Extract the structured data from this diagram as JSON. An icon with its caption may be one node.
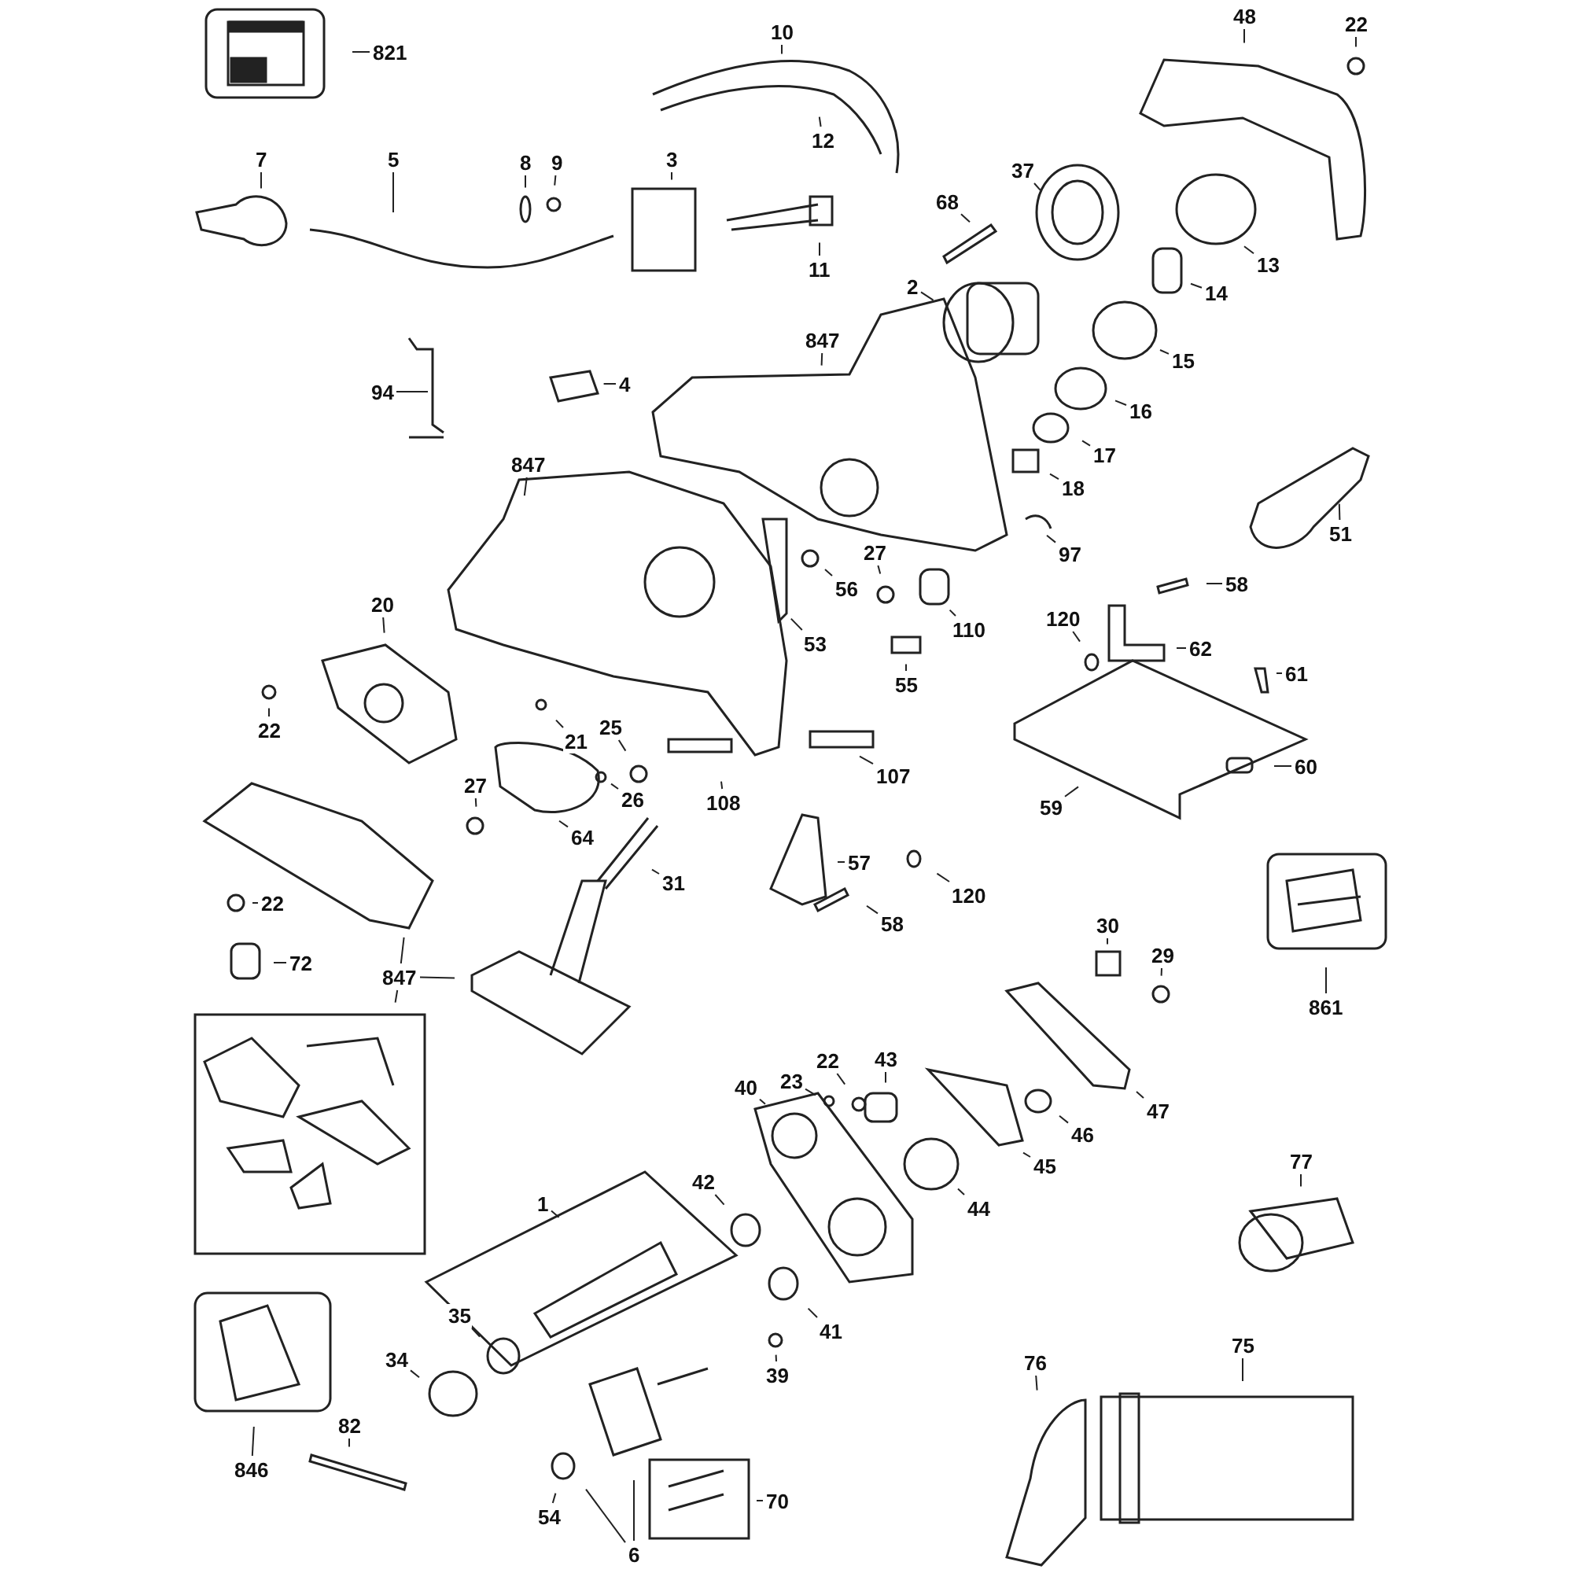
{
  "diagram": {
    "nodes": [
      {
        "text": [
          "821"
        ]
      },
      {
        "text": [
          "10"
        ]
      },
      {
        "text": [
          "48"
        ]
      },
      {
        "text": [
          "22"
        ]
      },
      {
        "text": [
          "7"
        ]
      },
      {
        "text": [
          "5"
        ]
      },
      {
        "text": [
          "8"
        ]
      },
      {
        "text": [
          "9"
        ]
      },
      {
        "text": [
          "3"
        ]
      },
      {
        "text": [
          "12"
        ]
      },
      {
        "text": [
          "37"
        ]
      },
      {
        "text": [
          "68"
        ]
      },
      {
        "text": [
          "13"
        ]
      },
      {
        "text": [
          "11"
        ]
      },
      {
        "text": [
          "14"
        ]
      },
      {
        "text": [
          "2"
        ]
      },
      {
        "text": [
          "847"
        ]
      },
      {
        "text": [
          "15"
        ]
      },
      {
        "text": [
          "94"
        ]
      },
      {
        "text": [
          "4"
        ]
      },
      {
        "text": [
          "16"
        ]
      },
      {
        "text": [
          "17"
        ]
      },
      {
        "text": [
          "18"
        ]
      },
      {
        "text": [
          "847"
        ]
      },
      {
        "text": [
          "51"
        ]
      },
      {
        "text": [
          "97"
        ]
      },
      {
        "text": [
          "27"
        ]
      },
      {
        "text": [
          "56"
        ]
      },
      {
        "text": [
          "20"
        ]
      },
      {
        "text": [
          "58"
        ]
      },
      {
        "text": [
          "110"
        ]
      },
      {
        "text": [
          "53"
        ]
      },
      {
        "text": [
          "120"
        ]
      },
      {
        "text": [
          "62"
        ]
      },
      {
        "text": [
          "55"
        ]
      },
      {
        "text": [
          "61"
        ]
      },
      {
        "text": [
          "22"
        ]
      },
      {
        "text": [
          "21"
        ]
      },
      {
        "text": [
          "25"
        ]
      },
      {
        "text": [
          "26"
        ]
      },
      {
        "text": [
          "107"
        ]
      },
      {
        "text": [
          "60"
        ]
      },
      {
        "text": [
          "108"
        ]
      },
      {
        "text": [
          "59"
        ]
      },
      {
        "text": [
          "27"
        ]
      },
      {
        "text": [
          "64"
        ]
      },
      {
        "text": [
          "57"
        ]
      },
      {
        "text": [
          "31"
        ]
      },
      {
        "text": [
          "120"
        ]
      },
      {
        "text": [
          "22"
        ]
      },
      {
        "text": [
          "58"
        ]
      },
      {
        "text": [
          "30"
        ]
      },
      {
        "text": [
          "29"
        ]
      },
      {
        "text": [
          "72"
        ]
      },
      {
        "text": [
          "847"
        ]
      },
      {
        "text": [
          "861"
        ]
      },
      {
        "text": [
          "22"
        ]
      },
      {
        "text": [
          "43"
        ]
      },
      {
        "text": [
          "40"
        ]
      },
      {
        "text": [
          "23"
        ]
      },
      {
        "text": [
          "47"
        ]
      },
      {
        "text": [
          "46"
        ]
      },
      {
        "text": [
          "45"
        ]
      },
      {
        "text": [
          "1"
        ]
      },
      {
        "text": [
          "42"
        ]
      },
      {
        "text": [
          "44"
        ]
      },
      {
        "text": [
          "77"
        ]
      },
      {
        "text": [
          "41"
        ]
      },
      {
        "text": [
          "35"
        ]
      },
      {
        "text": [
          "34"
        ]
      },
      {
        "text": [
          "39"
        ]
      },
      {
        "text": [
          "76"
        ]
      },
      {
        "text": [
          "75"
        ]
      },
      {
        "text": [
          "82"
        ]
      },
      {
        "text": [
          "846"
        ]
      },
      {
        "text": [
          "70"
        ]
      },
      {
        "text": [
          "54"
        ]
      },
      {
        "text": [
          "6"
        ]
      }
    ],
    "edges": [
      {
        "from": 0,
        "to": null,
        "arrow": "none"
      },
      {
        "from": 1,
        "to": null,
        "arrow": "none"
      },
      {
        "from": 2,
        "to": null,
        "arrow": "none"
      },
      {
        "from": 3,
        "to": null,
        "arrow": "none"
      },
      {
        "from": 4,
        "to": null,
        "arrow": "none"
      },
      {
        "from": 5,
        "to": null,
        "arrow": "none"
      },
      {
        "from": 6,
        "to": null,
        "arrow": "none"
      },
      {
        "from": 7,
        "to": null,
        "arrow": "none"
      },
      {
        "from": 8,
        "to": null,
        "arrow": "none"
      },
      {
        "from": 9,
        "to": null,
        "arrow": "none"
      },
      {
        "from": 10,
        "to": null,
        "arrow": "none"
      },
      {
        "from": 11,
        "to": null,
        "arrow": "none"
      },
      {
        "from": 12,
        "to": null,
        "arrow": "none"
      },
      {
        "from": 13,
        "to": null,
        "arrow": "none"
      },
      {
        "from": 14,
        "to": null,
        "arrow": "none"
      },
      {
        "from": 15,
        "to": null,
        "arrow": "none"
      },
      {
        "from": 16,
        "to": null,
        "arrow": "none"
      },
      {
        "from": 17,
        "to": null,
        "arrow": "none"
      },
      {
        "from": 18,
        "to": null,
        "arrow": "none"
      },
      {
        "from": 19,
        "to": null,
        "arrow": "none"
      },
      {
        "from": 20,
        "to": null,
        "arrow": "none"
      },
      {
        "from": 21,
        "to": null,
        "arrow": "none"
      },
      {
        "from": 22,
        "to": null,
        "arrow": "none"
      },
      {
        "from": 23,
        "to": null,
        "arrow": "none"
      },
      {
        "from": 24,
        "to": null,
        "arrow": "none"
      },
      {
        "from": 25,
        "to": null,
        "arrow": "none"
      },
      {
        "from": 26,
        "to": null,
        "arrow": "none"
      },
      {
        "from": 27,
        "to": null,
        "arrow": "none"
      },
      {
        "from": 28,
        "to": null,
        "arrow": "none"
      },
      {
        "from": 29,
        "to": null,
        "arrow": "none"
      },
      {
        "from": 30,
        "to": null,
        "arrow": "none"
      },
      {
        "from": 31,
        "to": null,
        "arrow": "none"
      },
      {
        "from": 32,
        "to": null,
        "arrow": "none"
      },
      {
        "from": 33,
        "to": null,
        "arrow": "none"
      },
      {
        "from": 34,
        "to": null,
        "arrow": "none"
      },
      {
        "from": 35,
        "to": null,
        "arrow": "none"
      },
      {
        "from": 36,
        "to": null,
        "arrow": "none"
      },
      {
        "from": 37,
        "to": null,
        "arrow": "none"
      },
      {
        "from": 38,
        "to": null,
        "arrow": "none"
      },
      {
        "from": 39,
        "to": null,
        "arrow": "none"
      },
      {
        "from": 40,
        "to": null,
        "arrow": "none"
      },
      {
        "from": 41,
        "to": null,
        "arrow": "none"
      },
      {
        "from": 42,
        "to": null,
        "arrow": "none"
      },
      {
        "from": 43,
        "to": null,
        "arrow": "none"
      },
      {
        "from": 44,
        "to": null,
        "arrow": "none"
      },
      {
        "from": 45,
        "to": null,
        "arrow": "none"
      },
      {
        "from": 46,
        "to": null,
        "arrow": "none"
      },
      {
        "from": 47,
        "to": null,
        "arrow": "none"
      },
      {
        "from": 48,
        "to": null,
        "arrow": "none"
      },
      {
        "from": 49,
        "to": null,
        "arrow": "none"
      },
      {
        "from": 50,
        "to": null,
        "arrow": "none"
      },
      {
        "from": 51,
        "to": null,
        "arrow": "none"
      },
      {
        "from": 52,
        "to": null,
        "arrow": "none"
      },
      {
        "from": 53,
        "to": null,
        "arrow": "none"
      },
      {
        "from": 54,
        "to": null,
        "arrow": "none"
      },
      {
        "from": 54,
        "to": null,
        "arrow": "none"
      },
      {
        "from": 54,
        "to": null,
        "arrow": "none"
      },
      {
        "from": 55,
        "to": null,
        "arrow": "none"
      },
      {
        "from": 56,
        "to": null,
        "arrow": "none"
      },
      {
        "from": 57,
        "to": null,
        "arrow": "none"
      },
      {
        "from": 58,
        "to": null,
        "arrow": "none"
      },
      {
        "from": 59,
        "to": null,
        "arrow": "none"
      },
      {
        "from": 60,
        "to": null,
        "arrow": "none"
      },
      {
        "from": 61,
        "to": null,
        "arrow": "none"
      },
      {
        "from": 62,
        "to": null,
        "arrow": "none"
      },
      {
        "from": 63,
        "to": null,
        "arrow": "none"
      },
      {
        "from": 64,
        "to": null,
        "arrow": "none"
      },
      {
        "from": 65,
        "to": null,
        "arrow": "none"
      },
      {
        "from": 66,
        "to": null,
        "arrow": "none"
      },
      {
        "from": 67,
        "to": null,
        "arrow": "none"
      },
      {
        "from": 68,
        "to": null,
        "arrow": "none"
      },
      {
        "from": 69,
        "to": null,
        "arrow": "none"
      },
      {
        "from": 70,
        "to": null,
        "arrow": "none"
      },
      {
        "from": 71,
        "to": null,
        "arrow": "none"
      },
      {
        "from": 72,
        "to": null,
        "arrow": "none"
      },
      {
        "from": 73,
        "to": null,
        "arrow": "none"
      },
      {
        "from": 74,
        "to": null,
        "arrow": "none"
      },
      {
        "from": 75,
        "to": null,
        "arrow": "none"
      },
      {
        "from": 76,
        "to": null,
        "arrow": "none"
      },
      {
        "from": 77,
        "to": null,
        "arrow": "none"
      },
      {
        "from": 77,
        "to": null,
        "arrow": "none"
      }
    ]
  }
}
